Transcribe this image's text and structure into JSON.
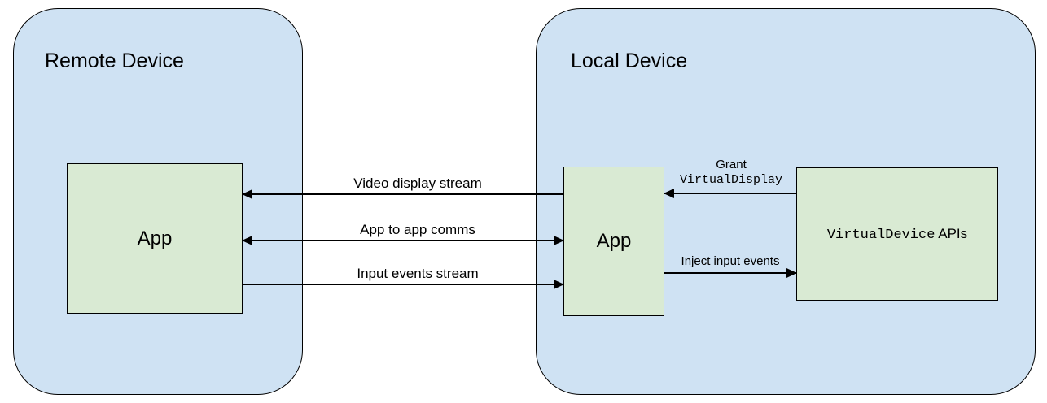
{
  "diagram": {
    "remote": {
      "title": "Remote Device",
      "app": "App"
    },
    "local": {
      "title": "Local Device",
      "app": "App"
    },
    "virtual_device": {
      "name_mono": "VirtualDevice",
      "name_suffix": " APIs"
    },
    "arrows": {
      "video": "Video display stream",
      "comms": "App to app comms",
      "input": "Input events stream",
      "grant_line1": "Grant",
      "grant_line2": "VirtualDisplay",
      "inject": "Inject input events"
    },
    "colors": {
      "device_fill": "#cfe2f3",
      "box_fill": "#d9ead3",
      "border": "#000000"
    }
  }
}
